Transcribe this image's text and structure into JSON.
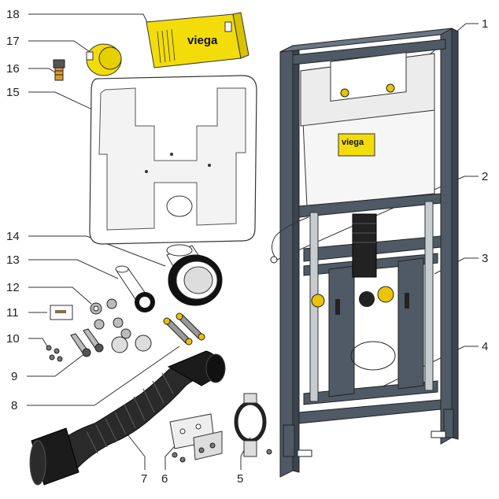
{
  "brand": {
    "logo_text": "viega",
    "accent": "#f2dd0a",
    "frame_color": "#4f5a66"
  },
  "callouts": [
    {
      "n": "1"
    },
    {
      "n": "2"
    },
    {
      "n": "3"
    },
    {
      "n": "4"
    },
    {
      "n": "5"
    },
    {
      "n": "6"
    },
    {
      "n": "7"
    },
    {
      "n": "8"
    },
    {
      "n": "9"
    },
    {
      "n": "10"
    },
    {
      "n": "11"
    },
    {
      "n": "12"
    },
    {
      "n": "13"
    },
    {
      "n": "14"
    },
    {
      "n": "15"
    },
    {
      "n": "16"
    },
    {
      "n": "17"
    },
    {
      "n": "18"
    }
  ]
}
